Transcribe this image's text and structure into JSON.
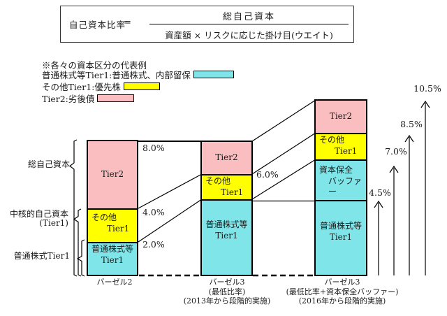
{
  "formula": {
    "lhs": "自己資本比率",
    "equals": "=",
    "numerator": "総自己資本",
    "denominator": "資産額 × リスクに応じた掛け目(ウエイト)"
  },
  "legend": {
    "note": "※各々の資本区分の代表例",
    "items": [
      {
        "label": "普通株式等Tier1:普通株式、内部留保",
        "color": "#80E5E8"
      },
      {
        "label": "その他Tier1:優先株",
        "color": "#FFFF00"
      },
      {
        "label": "Tier2:劣後債",
        "color": "#FABDC0"
      }
    ]
  },
  "axis": {
    "labels": [
      {
        "lines": [
          "総自己資本"
        ]
      },
      {
        "lines": [
          "中核的自己資本",
          "(Tier1)"
        ]
      },
      {
        "lines": [
          "普通株式Tier1"
        ]
      }
    ]
  },
  "chart_data": {
    "type": "bar",
    "stacked": true,
    "unit": "%",
    "ylim": [
      0,
      10.5
    ],
    "colors": {
      "cet1": "#80E5E8",
      "additional_tier1": "#FFFF00",
      "tier2": "#FABDC0"
    },
    "bars": [
      {
        "name_lines": [
          "バーゼル2"
        ],
        "segments": [
          {
            "lines": [
              "普通株式等",
              "Tier1"
            ],
            "from": 0,
            "to": 2.0,
            "color": "#80E5E8"
          },
          {
            "lines": [
              "その他",
              "Tier1"
            ],
            "from": 2.0,
            "to": 4.0,
            "color": "#FFFF00"
          },
          {
            "lines": [
              "Tier2"
            ],
            "from": 4.0,
            "to": 8.0,
            "color": "#FABDC0"
          }
        ],
        "markers": [
          {
            "label": "8.0%",
            "value": 8.0
          },
          {
            "label": "4.0%",
            "value": 4.0
          },
          {
            "label": "2.0%",
            "value": 2.0
          }
        ]
      },
      {
        "name_lines": [
          "バーゼル3",
          "(最低比率)",
          "(2013年から段階的実施)"
        ],
        "segments": [
          {
            "lines": [
              "普通株式等",
              "Tier1"
            ],
            "from": 0,
            "to": 4.5,
            "color": "#80E5E8"
          },
          {
            "lines": [
              "その他",
              "Tier1"
            ],
            "from": 4.5,
            "to": 6.0,
            "color": "#FFFF00"
          },
          {
            "lines": [
              "Tier2"
            ],
            "from": 6.0,
            "to": 8.0,
            "color": "#FABDC0"
          }
        ],
        "markers": [
          {
            "label": "6.0%",
            "value": 6.0
          }
        ]
      },
      {
        "name_lines": [
          "バーゼル3",
          "(最低比率+資本保全バッファー)",
          "(2016年から段階的実施)"
        ],
        "segments": [
          {
            "lines": [
              "普通株式等",
              "Tier1"
            ],
            "from": 0,
            "to": 4.5,
            "color": "#80E5E8"
          },
          {
            "lines": [
              "資本保全",
              "バッファー"
            ],
            "from": 4.5,
            "to": 7.0,
            "color": "#80E5E8"
          },
          {
            "lines": [
              "その他",
              "Tier1"
            ],
            "from": 7.0,
            "to": 8.5,
            "color": "#FFFF00"
          },
          {
            "lines": [
              "Tier2"
            ],
            "from": 8.5,
            "to": 10.5,
            "color": "#FABDC0"
          }
        ],
        "markers": []
      }
    ],
    "arrows": [
      {
        "label": "4.5%",
        "value": 4.5
      },
      {
        "label": "7.0%",
        "value": 7.0
      },
      {
        "label": "8.5%",
        "value": 8.5
      },
      {
        "label": "10.5%",
        "value": 10.5
      }
    ]
  }
}
